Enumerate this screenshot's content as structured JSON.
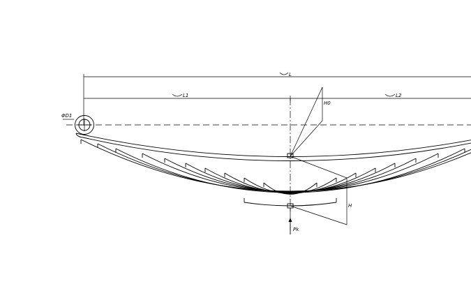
{
  "drawing": {
    "labels": {
      "total_length": "L",
      "length_1": "L1",
      "length_2": "L2",
      "camber_free": "H0",
      "camber_loaded": "H",
      "eye_diameter": "ΦD1",
      "load": "Pk"
    }
  }
}
